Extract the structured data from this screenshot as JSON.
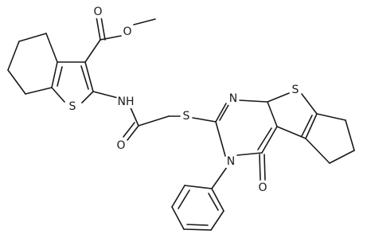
{
  "atom_labels": {
    "O": "O",
    "S": "S",
    "N": "N",
    "NH": "NH"
  },
  "colors": {
    "bond": "#1a1a1a",
    "label": "#1a1a1a",
    "background": "#ffffff"
  }
}
